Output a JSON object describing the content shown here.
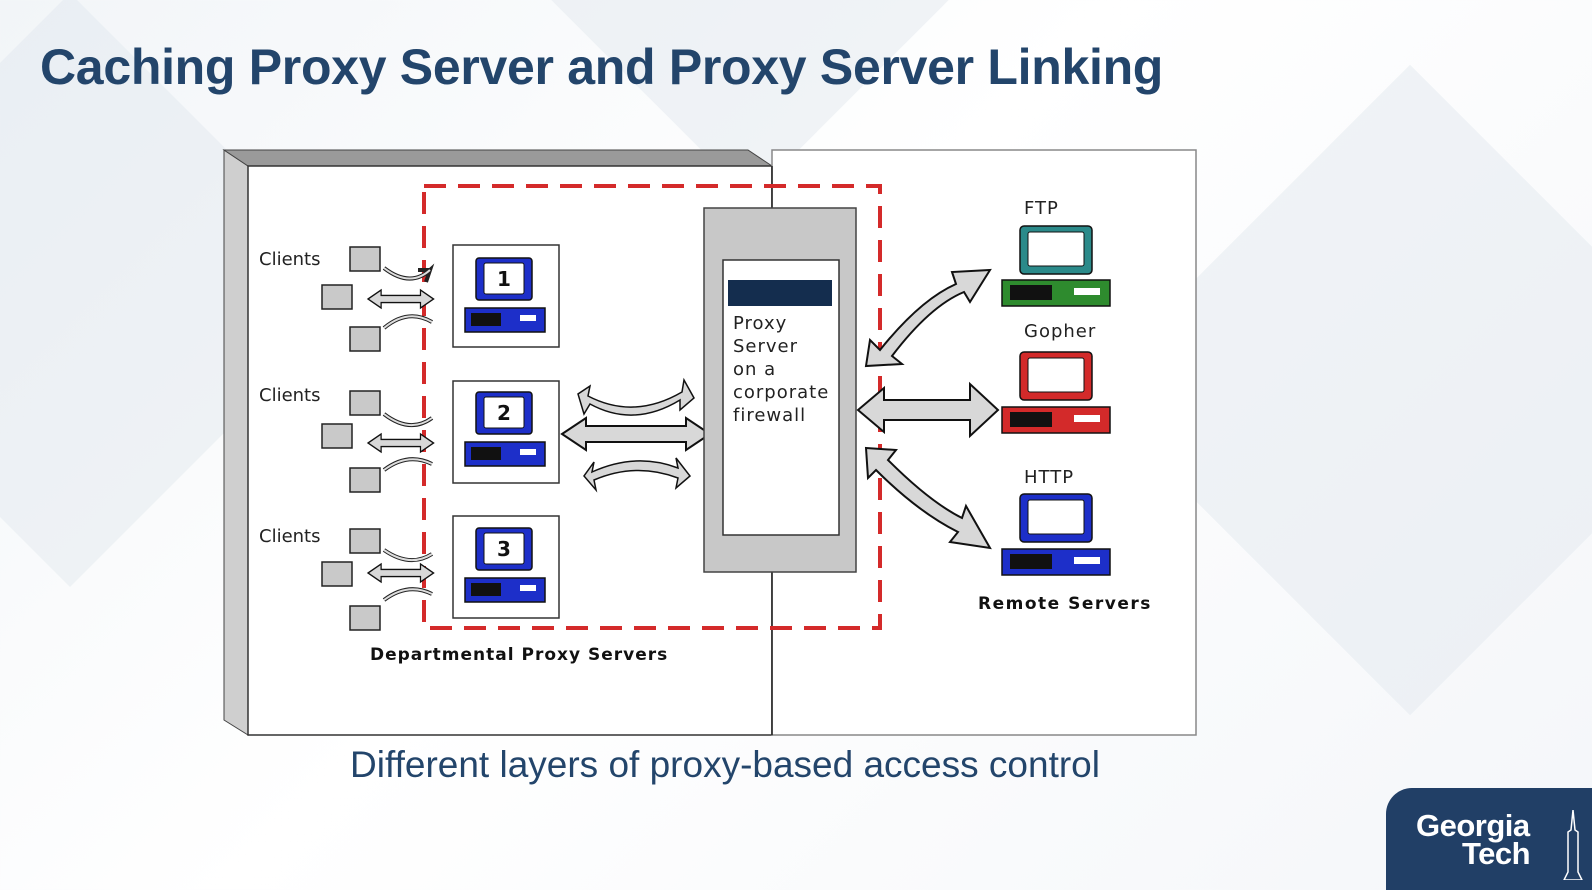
{
  "slide": {
    "title": "Caching Proxy Server and Proxy Server Linking",
    "caption": "Different layers of proxy-based access control"
  },
  "diagram": {
    "client_groups": [
      {
        "label": "Clients",
        "server_number": "1"
      },
      {
        "label": "Clients",
        "server_number": "2"
      },
      {
        "label": "Clients",
        "server_number": "3"
      }
    ],
    "departmental_label": "Departmental Proxy Servers",
    "firewall_proxy_lines": [
      "Proxy",
      "Server",
      "on a",
      "corporate",
      "firewall"
    ],
    "remote_servers": [
      {
        "label": "FTP",
        "color": "#2b8a8a",
        "base_color": "#2e8b2e"
      },
      {
        "label": "Gopher",
        "color": "#d32a2a",
        "base_color": "#d32a2a"
      },
      {
        "label": "HTTP",
        "color": "#1d2fc9",
        "base_color": "#1d2fc9"
      }
    ],
    "remote_label": "Remote Servers",
    "boundary_color": "#d42a2a",
    "computer_color": "#1d2fc9"
  },
  "logo": {
    "line1": "Georgia",
    "line2": "Tech"
  }
}
